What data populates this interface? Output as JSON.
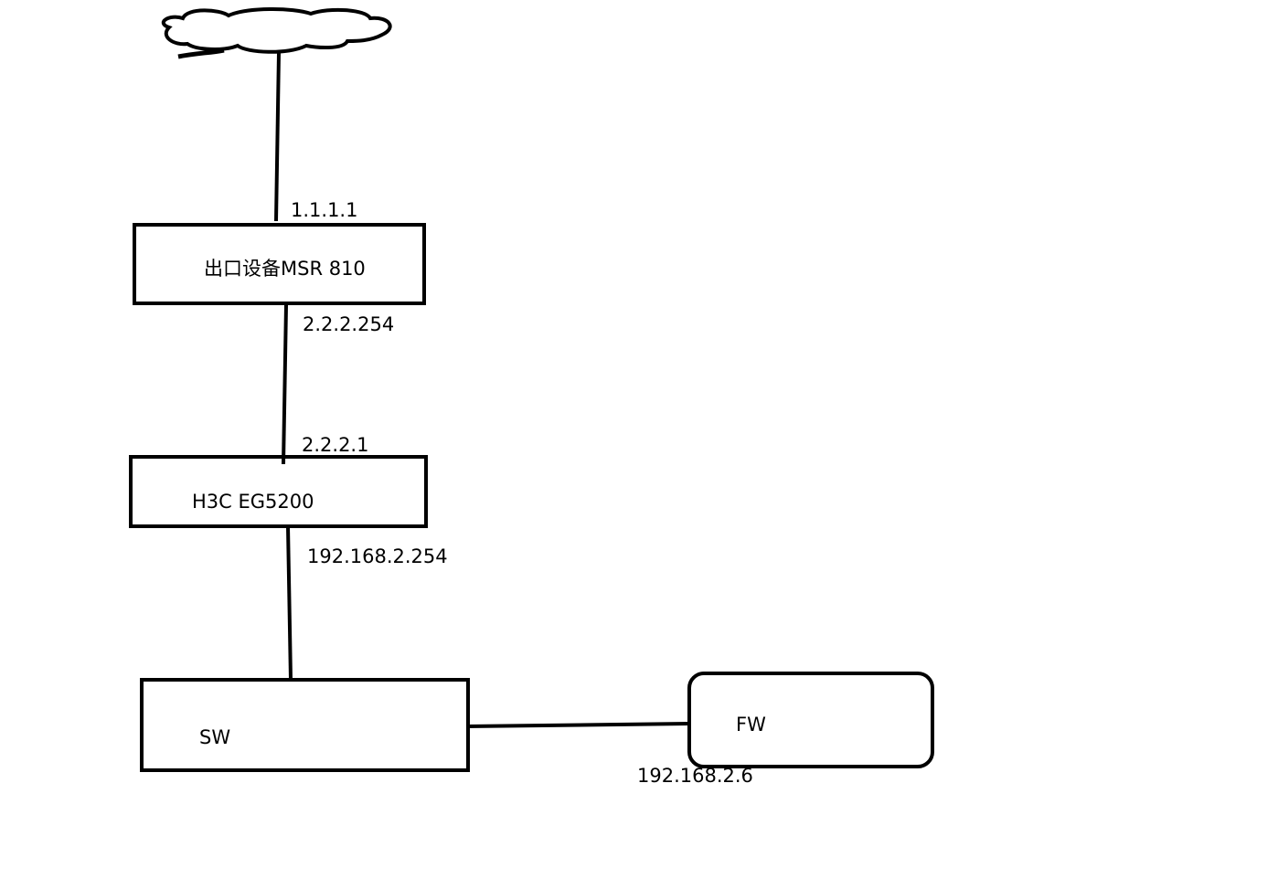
{
  "nodes": {
    "internet": {
      "label": ""
    },
    "msr": {
      "label": "出口设备MSR 810"
    },
    "eg": {
      "label": "H3C EG5200"
    },
    "sw": {
      "label": "SW"
    },
    "fw": {
      "label": "FW"
    }
  },
  "addresses": {
    "msr_wan": "1.1.1.1",
    "msr_lan": "2.2.2.254",
    "eg_wan": "2.2.2.1",
    "eg_lan": "192.168.2.254",
    "fw_ip": "192.168.2.6"
  }
}
